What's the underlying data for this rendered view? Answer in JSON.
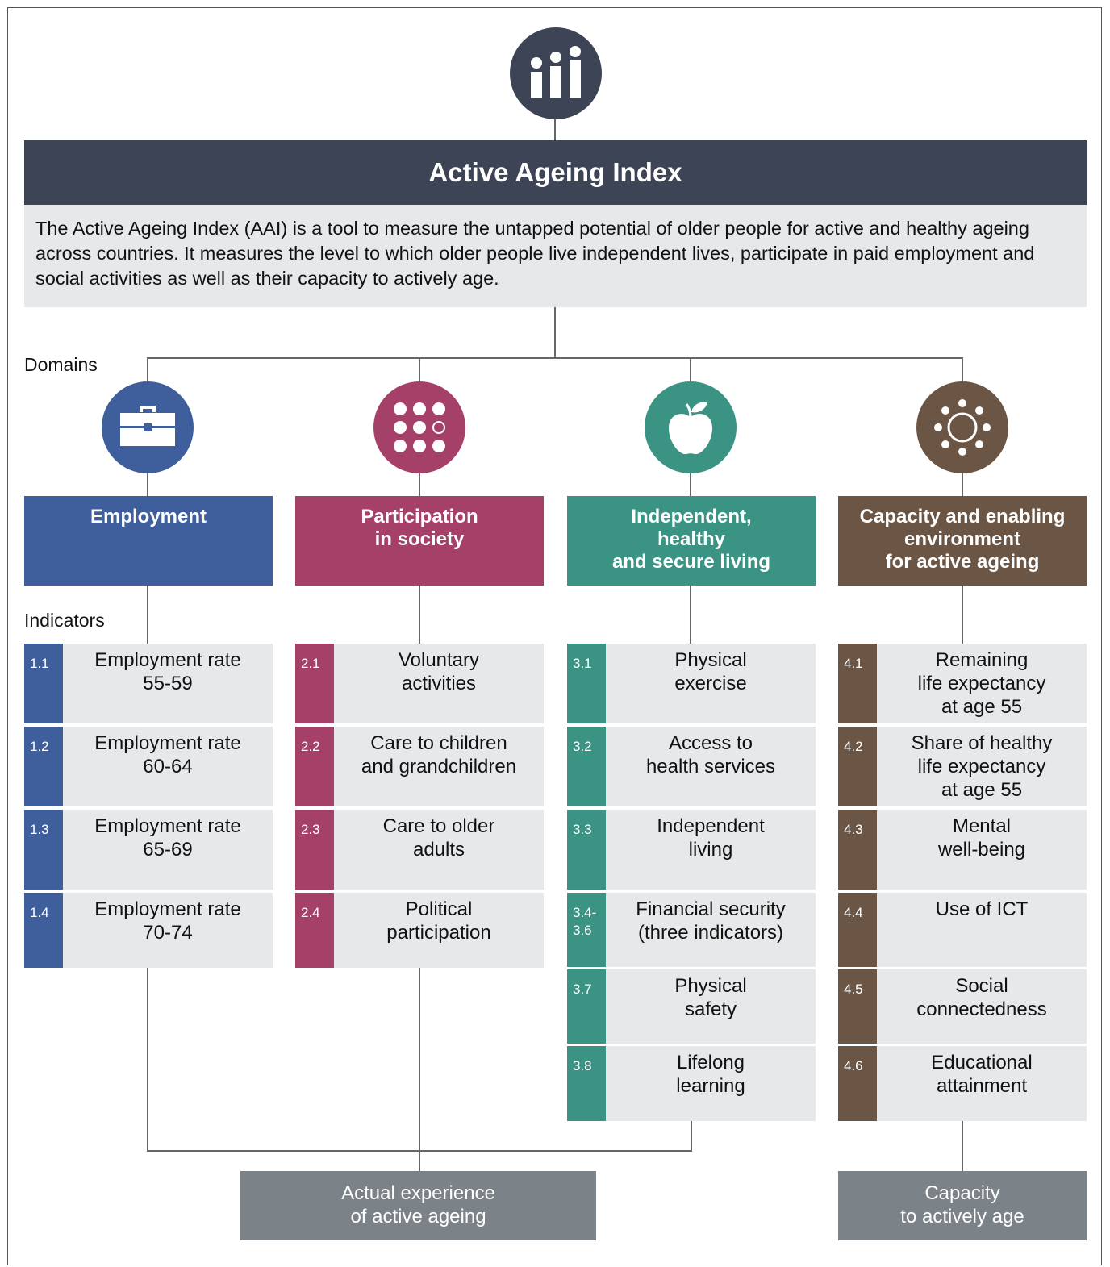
{
  "title": "Active Ageing Index",
  "description": "The Active Ageing Index (AAI) is a tool to measure the untapped potential of older people for active and healthy ageing across countries. It measures the level to which older people live independent lives, participate in paid employment and social activities as well as their capacity to actively age.",
  "labels": {
    "domains": "Domains",
    "indicators": "Indicators"
  },
  "colors": {
    "header": "#3c4455",
    "employment": "#3f5e9c",
    "participation": "#a54068",
    "independent": "#3a9383",
    "capacity": "#6b5545",
    "outcome": "#7b8388",
    "indicator_bg": "#e6e8ea"
  },
  "icons": {
    "top": "index-bars-icon",
    "employment": "briefcase-icon",
    "participation": "dots-grid-icon",
    "independent": "apple-icon",
    "capacity": "sun-icon"
  },
  "domains": [
    {
      "name_lines": [
        "Employment"
      ],
      "indicators": [
        {
          "num": "1.1",
          "lines": [
            "Employment rate",
            "55-59"
          ]
        },
        {
          "num": "1.2",
          "lines": [
            "Employment rate",
            "60-64"
          ]
        },
        {
          "num": "1.3",
          "lines": [
            "Employment rate",
            "65-69"
          ]
        },
        {
          "num": "1.4",
          "lines": [
            "Employment rate",
            "70-74"
          ]
        }
      ]
    },
    {
      "name_lines": [
        "Participation",
        "in society"
      ],
      "indicators": [
        {
          "num": "2.1",
          "lines": [
            "Voluntary",
            "activities"
          ]
        },
        {
          "num": "2.2",
          "lines": [
            "Care to children",
            "and grandchildren"
          ]
        },
        {
          "num": "2.3",
          "lines": [
            "Care to older",
            "adults"
          ]
        },
        {
          "num": "2.4",
          "lines": [
            "Political",
            "participation"
          ]
        }
      ]
    },
    {
      "name_lines": [
        "Independent,",
        "healthy",
        "and secure living"
      ],
      "indicators": [
        {
          "num": "3.1",
          "lines": [
            "Physical",
            "exercise"
          ]
        },
        {
          "num": "3.2",
          "lines": [
            "Access to",
            "health services"
          ]
        },
        {
          "num": "3.3",
          "lines": [
            "Independent",
            "living"
          ]
        },
        {
          "num": "3.4-\n3.6",
          "lines": [
            "Financial security",
            "(three indicators)"
          ]
        },
        {
          "num": "3.7",
          "lines": [
            "Physical",
            "safety"
          ]
        },
        {
          "num": "3.8",
          "lines": [
            "Lifelong",
            "learning"
          ]
        }
      ]
    },
    {
      "name_lines": [
        "Capacity and enabling",
        "environment",
        "for active ageing"
      ],
      "indicators": [
        {
          "num": "4.1",
          "lines": [
            "Remaining",
            "life expectancy",
            "at age 55"
          ]
        },
        {
          "num": "4.2",
          "lines": [
            "Share of healthy",
            "life expectancy",
            "at age 55"
          ]
        },
        {
          "num": "4.3",
          "lines": [
            "Mental",
            "well-being"
          ]
        },
        {
          "num": "4.4",
          "lines": [
            "Use of ICT"
          ]
        },
        {
          "num": "4.5",
          "lines": [
            "Social",
            "connectedness"
          ]
        },
        {
          "num": "4.6",
          "lines": [
            "Educational",
            "attainment"
          ]
        }
      ]
    }
  ],
  "outcomes": [
    {
      "lines": [
        "Actual experience",
        "of active ageing"
      ]
    },
    {
      "lines": [
        "Capacity",
        "to actively age"
      ]
    }
  ]
}
